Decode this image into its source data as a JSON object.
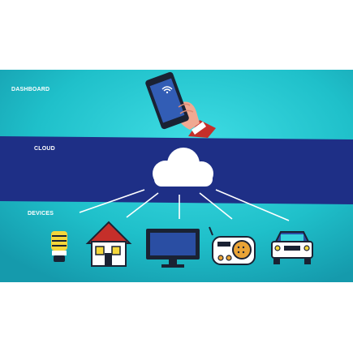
{
  "sections": {
    "dashboard": "DASHBOARD",
    "cloud": "CLOUD",
    "devices": "DEVICES"
  },
  "devices": [
    {
      "icon": "light-bulb-icon"
    },
    {
      "icon": "house-icon"
    },
    {
      "icon": "monitor-icon"
    },
    {
      "icon": "radio-icon"
    },
    {
      "icon": "car-icon"
    }
  ],
  "icons": {
    "hand_phone": "hand-holding-phone-icon",
    "cloud": "cloud-icon",
    "wifi": "wifi-icon"
  },
  "colors": {
    "teal": "#1bb8c6",
    "teal_light": "#35d2dc",
    "navy": "#1e2f86",
    "white": "#ffffff",
    "dark": "#1a2233",
    "yellow": "#f4d63a",
    "orange": "#e9a336",
    "red": "#c52f2a",
    "car_blue": "#2a4ea3"
  }
}
